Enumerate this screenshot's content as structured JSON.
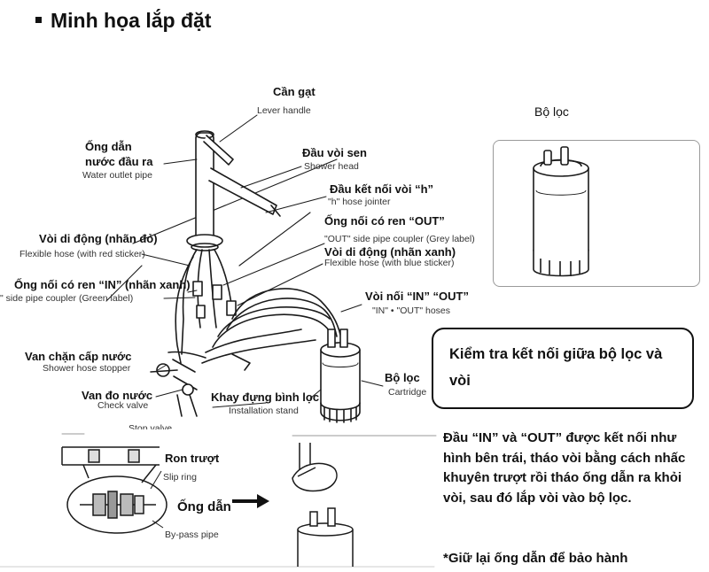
{
  "header": {
    "title": "Minh họa lắp đặt"
  },
  "labels": {
    "lever_vn": "Cần gạt",
    "lever_en": "Lever handle",
    "outlet_vn_1": "Ống dẫn",
    "outlet_vn_2": "nước đầu ra",
    "outlet_en": "Water outlet pipe",
    "shower_vn": "Đầu vòi sen",
    "shower_en": "Shower head",
    "hjoint_vn": "Đầu kết nối vòi “h”",
    "hjoint_en": "\"h\" hose jointer",
    "outcoupler_vn": "Ống nối có ren “OUT”",
    "outcoupler_en": "\"OUT\" side pipe coupler (Grey label)",
    "bluehose_vn": "Vòi di động (nhãn xanh)",
    "bluehose_en": "Flexible hose (with blue sticker)",
    "redhose_vn": "Vòi di động (nhãn đỏ)",
    "redhose_en": "Flexible hose (with red sticker)",
    "incoupler_vn": "Ống nối có ren “IN” (nhãn xanh)",
    "incoupler_en": "\" side pipe coupler (Green label)",
    "inout_vn": "Vòi nối “IN” “OUT”",
    "inout_en": "\"IN\" • \"OUT\" hoses",
    "stopper_vn": "Van chặn cấp nước",
    "stopper_en": "Shower hose stopper",
    "check_vn": "Van đo nước",
    "check_en": "Check valve",
    "stand_vn": "Khay đựng bình lọc",
    "stand_en": "Installation stand",
    "cartridge_vn": "Bộ lọc",
    "cartridge_en": "Cartridge",
    "stop_partial": "Stop valve",
    "ring_vn": "Ron trượt",
    "ring_en": "Slip ring",
    "bypass_vn": "Ống dẫn",
    "bypass_en": "By-pass pipe"
  },
  "filter_panel": {
    "title": "Bộ lọc"
  },
  "callout": {
    "text": "Kiểm tra kết nối giữa bộ lọc và vòi"
  },
  "instructions": {
    "paragraph": "Đầu “IN” và “OUT” được kết nối như hình bên trái, tháo vòi bằng cách nhấc khuyên trượt rồi tháo ống dẫn ra khỏi vòi, sau đó lắp vòi vào bộ lọc.",
    "note": "*Giữ lại ống dẫn để bảo hành"
  }
}
